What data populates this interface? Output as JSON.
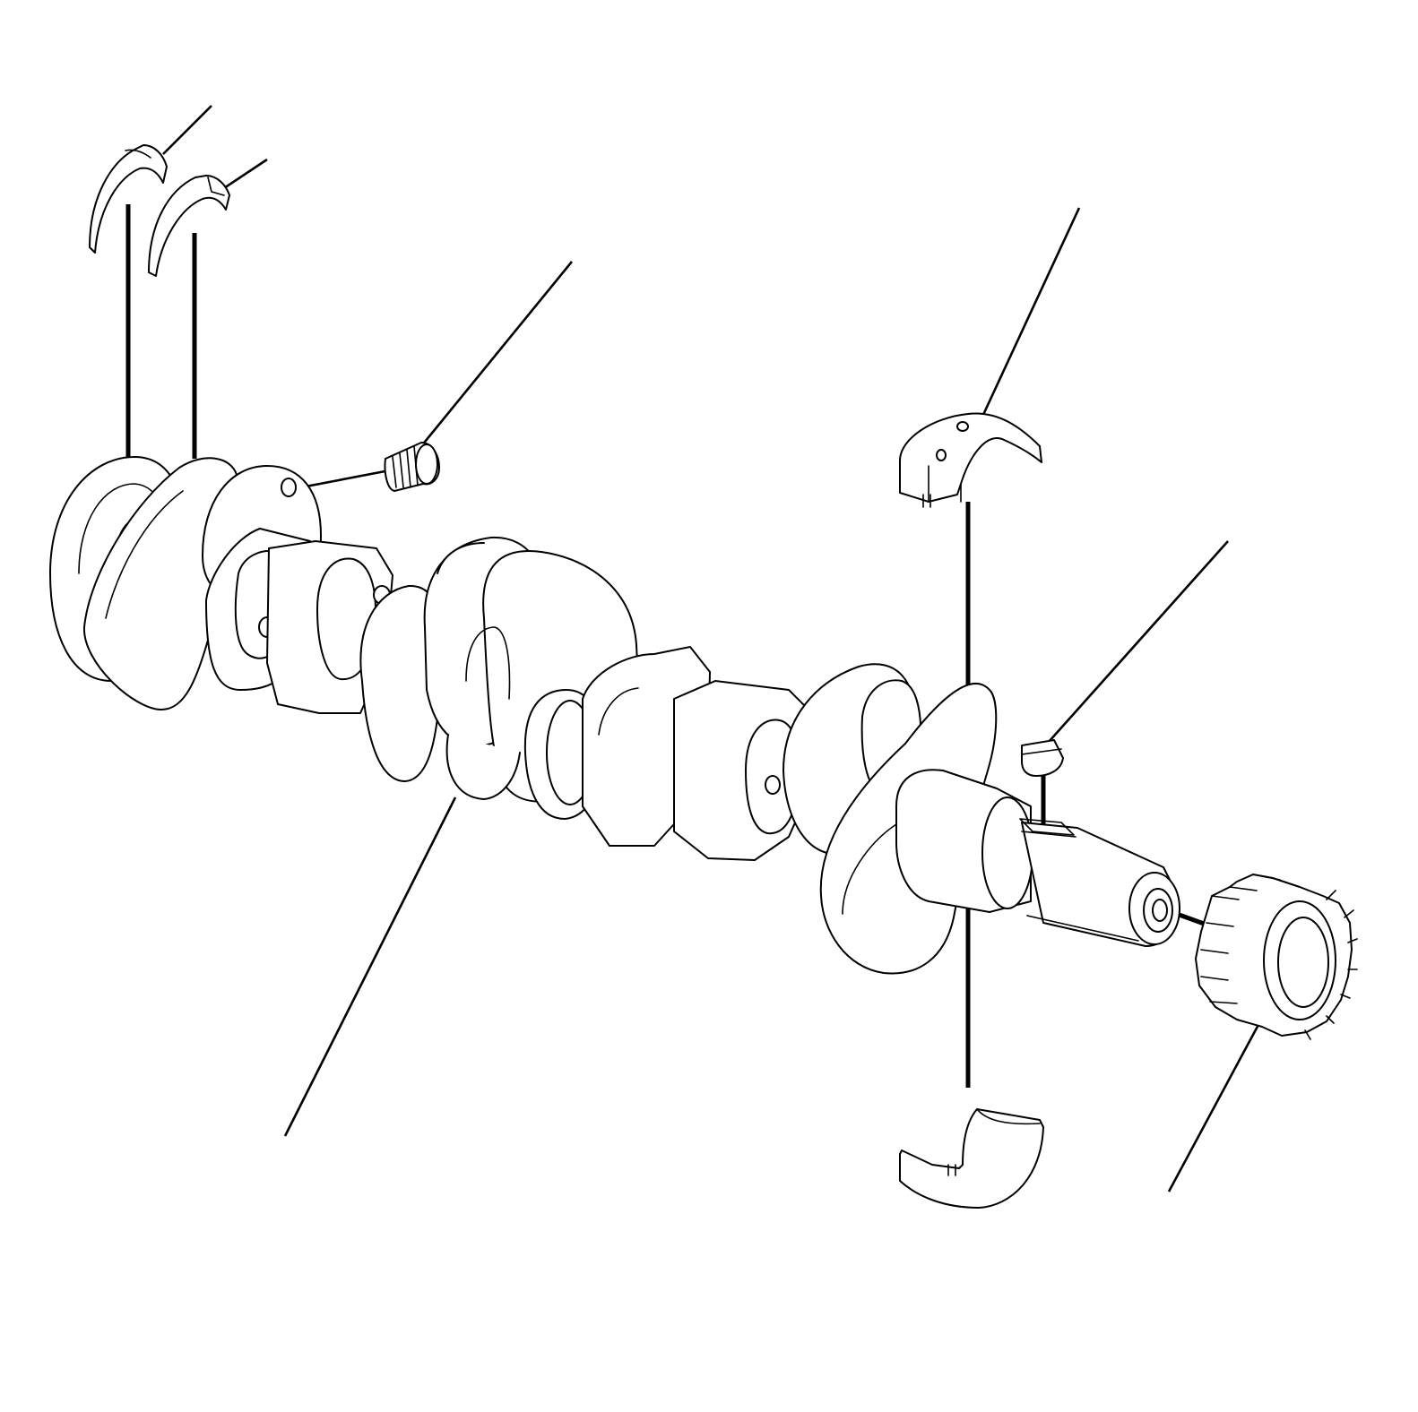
{
  "diagram": {
    "kind": "exploded-view",
    "stroke_color": "#000000",
    "background_color": "#ffffff",
    "parts": [
      {
        "id": "thrust-washer-upper-1"
      },
      {
        "id": "thrust-washer-upper-2"
      },
      {
        "id": "plug-screw"
      },
      {
        "id": "crankshaft"
      },
      {
        "id": "main-bearing-upper-shell"
      },
      {
        "id": "woodruff-key"
      },
      {
        "id": "main-bearing-lower-shell"
      },
      {
        "id": "crankshaft-gear"
      }
    ]
  }
}
